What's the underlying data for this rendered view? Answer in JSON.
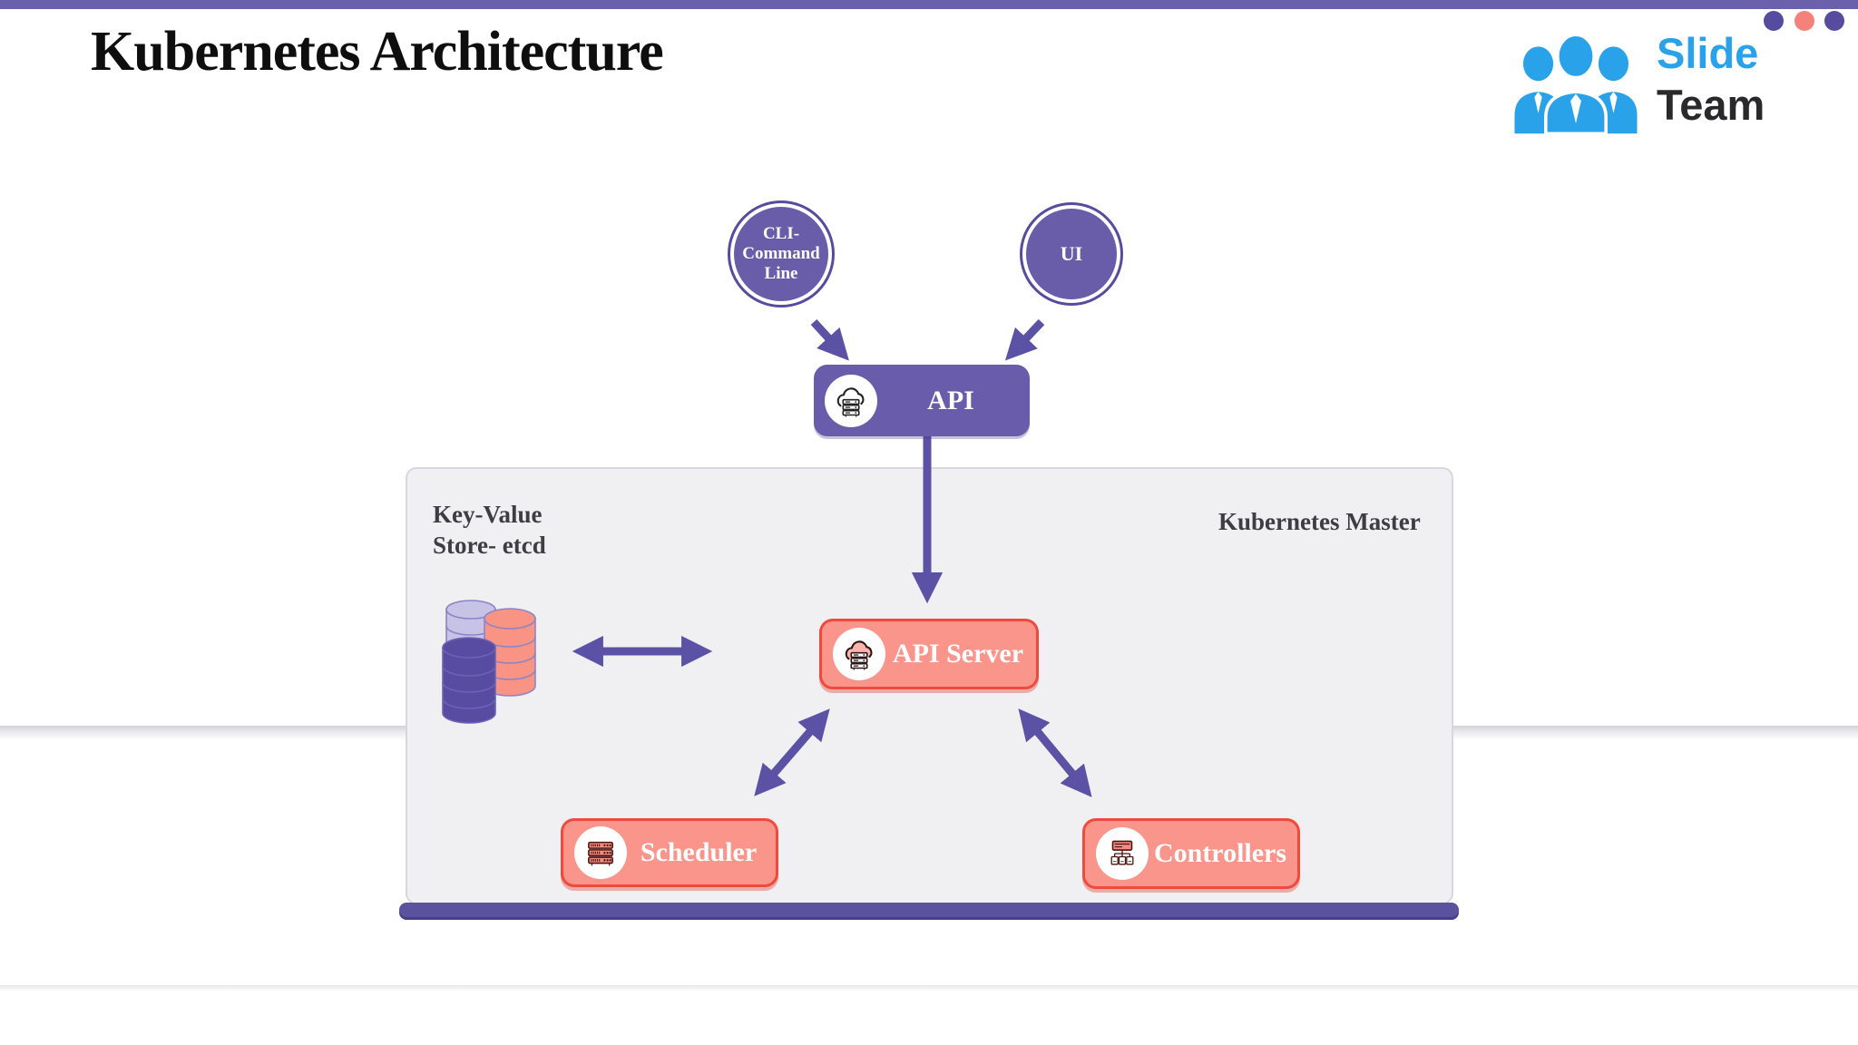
{
  "title": "Kubernetes Architecture",
  "brand": {
    "slide": "Slide",
    "team": "Team",
    "logo_icon": "team-people-icon",
    "dots": [
      "purple",
      "salmon",
      "purple"
    ]
  },
  "nodes": {
    "cli": {
      "line1": "CLI-",
      "line2": "Command",
      "line3": "Line"
    },
    "ui": {
      "label": "UI"
    },
    "api": {
      "label": "API",
      "icon": "cloud-server-icon"
    },
    "api_server": {
      "label": "API Server",
      "icon": "cloud-server-icon"
    },
    "scheduler": {
      "label": "Scheduler",
      "icon": "server-rack-icon"
    },
    "controllers": {
      "label": "Controllers",
      "icon": "controller-tree-icon"
    }
  },
  "labels": {
    "etcd_line1": "Key-Value",
    "etcd_line2": "Store- etcd",
    "master": "Kubernetes Master",
    "etcd_icon": "database-cylinders-icon"
  },
  "connections": [
    {
      "from": "cli",
      "to": "api",
      "type": "single"
    },
    {
      "from": "ui",
      "to": "api",
      "type": "single"
    },
    {
      "from": "api",
      "to": "api_server",
      "type": "single"
    },
    {
      "from": "etcd",
      "to": "api_server",
      "type": "double"
    },
    {
      "from": "api_server",
      "to": "scheduler",
      "type": "double"
    },
    {
      "from": "api_server",
      "to": "controllers",
      "type": "double"
    }
  ],
  "colors": {
    "topbar_purple": "#6b60ac",
    "node_purple": "#685cab",
    "circle_purple": "#695ca9",
    "arrow_purple": "#5b51a5",
    "master_bar_purple": "#5b519f",
    "salmon_fill": "#fa958c",
    "salmon_border": "#ef4a3d",
    "master_bg": "#f0eff2",
    "logo_blue": "#2aa2ea",
    "dot_salmon": "#f4827a",
    "dot_purple": "#564c9f",
    "cyl_lavender": "#c7c3e6",
    "cyl_salmon": "#f99484",
    "cyl_dark_purple": "#574ca1",
    "text_dark": "#3e3d44"
  }
}
